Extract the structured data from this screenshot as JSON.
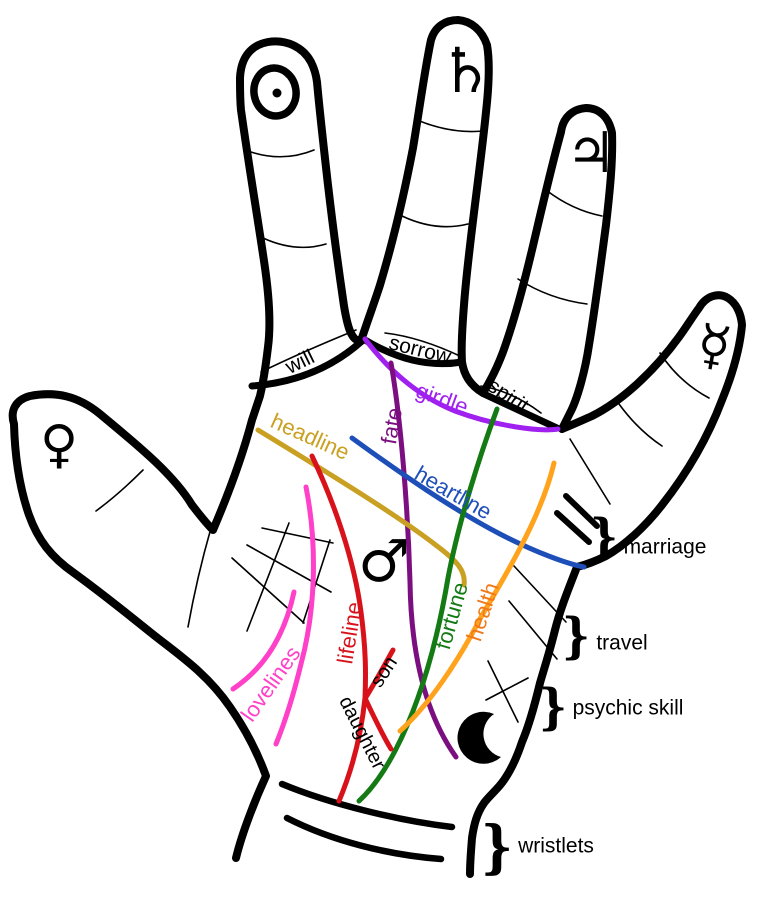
{
  "diagram": {
    "finger_symbols": {
      "sun": "☉",
      "saturn": "♄",
      "jupiter": "♃",
      "mercury": "☿",
      "venus": "♀",
      "mars": "♂",
      "moon": "☽"
    },
    "mount_labels": {
      "will": "will",
      "sorrow": "sorrow",
      "spirit": "spirit"
    },
    "line_labels": {
      "girdle": "girdle",
      "fate": "fate",
      "headline": "headline",
      "heartline": "heartline",
      "lifeline": "lifeline",
      "lovelines": "lovelines",
      "fortune": "fortune",
      "health": "health",
      "son": "son",
      "daughter": "daughter"
    },
    "side_annotations": {
      "marriage": "marriage",
      "travel": "travel",
      "psychic_skill": "psychic skill",
      "wristlets": "wristlets"
    },
    "brace": "}",
    "colors": {
      "outline": "#000000",
      "girdle": "#A020F0",
      "fate": "#7B0F80",
      "heartline": "#1E4FB8",
      "headline": "#C9A021",
      "lifeline": "#D8121A",
      "lovelines": "#FF40C8",
      "fortune": "#147A14",
      "health_line": "#FFA21C",
      "health_label": "#F07818"
    }
  }
}
